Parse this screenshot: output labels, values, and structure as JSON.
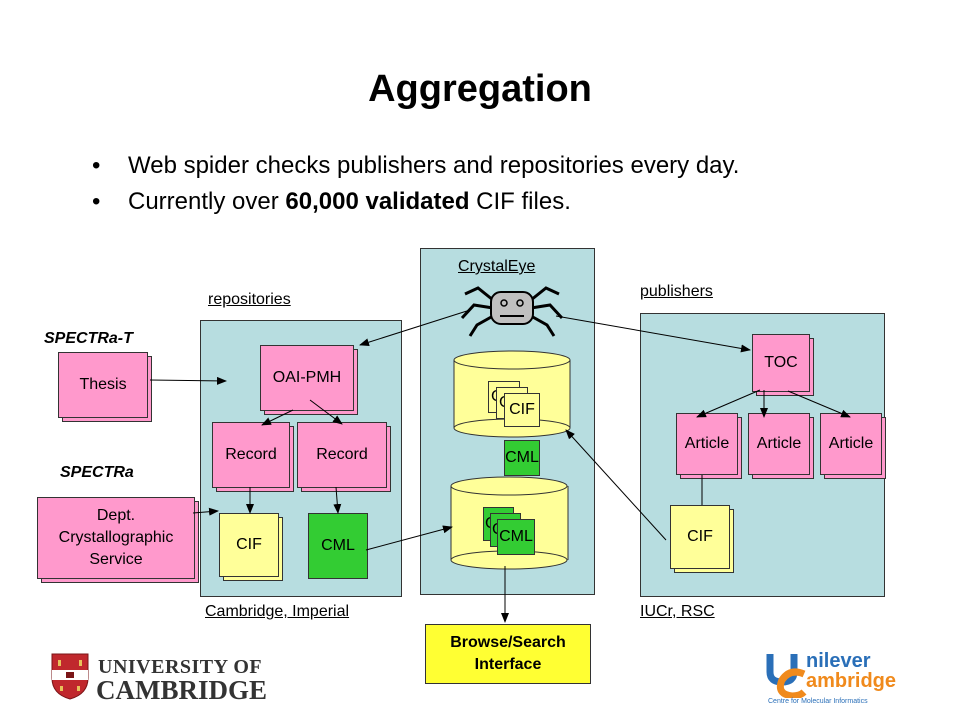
{
  "title": "Aggregation",
  "bullets": [
    {
      "pre": "Web spider checks publishers and repositories every day.",
      "bold": "",
      "post": ""
    },
    {
      "pre": "Currently over ",
      "bold": "60,000 validated",
      "post": " CIF files."
    }
  ],
  "labels": {
    "spectra_t": "SPECTRa-T",
    "spectra": "SPECTRa",
    "repositories": "repositories",
    "crystaleye": "CrystalEye",
    "publishers": "publishers",
    "cambridge_imperial": "Cambridge, Imperial",
    "iucr_rsc": "IUCr, RSC"
  },
  "nodes": {
    "thesis": "Thesis",
    "dept": "Dept. Crystallographic Service",
    "oai": "OAI-PMH",
    "record1": "Record",
    "record2": "Record",
    "cif_repo": "CIF",
    "cml_repo": "CML",
    "cif_db_back1": "C",
    "cif_db_back2": "C",
    "cif_db_front": "CIF",
    "cml_mid": "CML",
    "cml_db_back1": "C",
    "cml_db_back2": "C",
    "cml_db_front": "CML",
    "toc": "TOC",
    "article1": "Article",
    "article2": "Article",
    "article3": "Article",
    "cif_pub": "CIF",
    "browse_line1": "Browse/Search",
    "browse_line2": "Interface"
  },
  "logos": {
    "cambridge_line1": "UNIVERSITY OF",
    "cambridge_line2": "CAMBRIDGE",
    "unilever_line1": "nilever",
    "unilever_line2": "ambridge",
    "unilever_sub": "Centre for Molecular Informatics"
  },
  "colors": {
    "panel": "#b7dde0",
    "pink": "#ff99cc",
    "yellow": "#ffff99",
    "green": "#33cc33",
    "browse": "#ffff33"
  }
}
